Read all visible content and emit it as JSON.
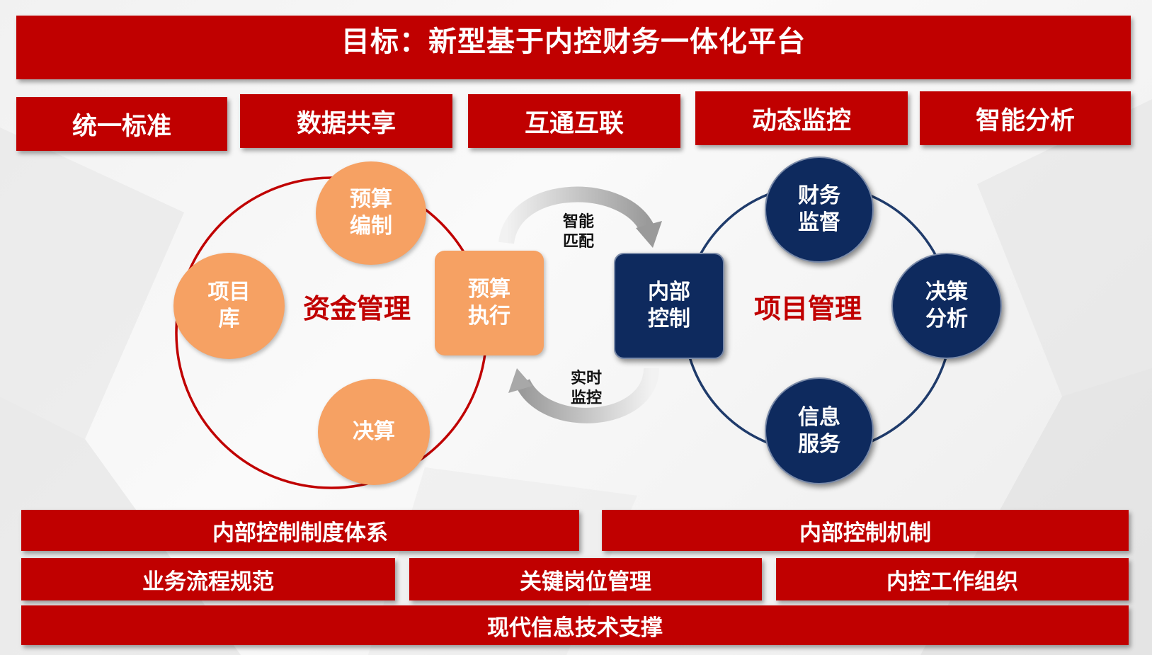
{
  "title": "目标：新型基于内控财务一体化平台",
  "pillars": [
    "统一标准",
    "数据共享",
    "互通互联",
    "动态监控",
    "智能分析"
  ],
  "left_cycle": {
    "center": "资金管理",
    "top": "预算\n编制",
    "left": "项目\n库",
    "bottom": "决算",
    "right": "预算\n执行"
  },
  "right_cycle": {
    "center": "项目管理",
    "left": "内部\n控制",
    "top": "财务\n监督",
    "right": "决策\n分析",
    "bottom": "信息\n服务"
  },
  "arrows": {
    "top_label": "智能\n匹配",
    "bottom_label": "实时\n监控"
  },
  "foundation": {
    "row1": [
      "内部控制制度体系",
      "内部控制机制"
    ],
    "row2": [
      "业务流程规范",
      "关键岗位管理",
      "内控工作组织"
    ],
    "row3": "现代信息技术支撑"
  },
  "colors": {
    "red": "#c00000",
    "orange": "#f6a163",
    "navy": "#0e2a5e",
    "ring_red": "#c00000",
    "ring_navy": "#1f3b6b"
  }
}
